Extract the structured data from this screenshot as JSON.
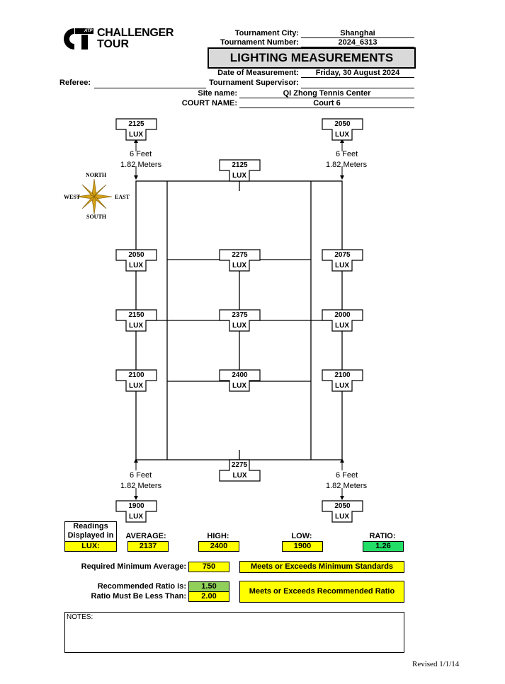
{
  "logo": {
    "line1": "CHALLENGER",
    "line2": "TOUR",
    "badge": "ATP"
  },
  "header": {
    "city_label": "Tournament City:",
    "city": "Shanghai",
    "number_label": "Tournament Number:",
    "number": "2024_6313",
    "title": "LIGHTING MEASUREMENTS",
    "date_label": "Date of Measurement:",
    "date": "Friday, 30 August 2024",
    "supervisor_label": "Tournament Supervisor:",
    "supervisor": "",
    "referee_label": "Referee:",
    "referee": "",
    "site_label": "Site name:",
    "site": "QI Zhong Tennis Center",
    "court_label": "COURT NAME:",
    "court": "Court 6"
  },
  "compass": {
    "north": "NORTH",
    "south": "SOUTH",
    "east": "EAST",
    "west": "WEST"
  },
  "distance": {
    "feet": "6 Feet",
    "meters": "1.82 Meters"
  },
  "unit": "LUX",
  "readings": {
    "top_left": "2125",
    "top_right": "2050",
    "top_center": "2125",
    "r1_left": "2050",
    "r1_center": "2275",
    "r1_right": "2075",
    "r2_left": "2150",
    "r2_center": "2375",
    "r2_right": "2000",
    "r3_left": "2100",
    "r3_center": "2400",
    "r3_right": "2100",
    "bottom_center": "2275",
    "bottom_left": "1900",
    "bottom_right": "2050"
  },
  "summary": {
    "readings_label_1": "Readings",
    "readings_label_2": "Displayed in",
    "unit_value": "LUX:",
    "average_label": "AVERAGE:",
    "average": "2137",
    "high_label": "HIGH:",
    "high": "2400",
    "low_label": "LOW:",
    "low": "1900",
    "ratio_label": "RATIO:",
    "ratio": "1.26",
    "req_min_label": "Required Minimum Average:",
    "req_min": "750",
    "min_status": "Meets or Exceeds Minimum Standards",
    "rec_ratio_label": "Recommended Ratio is:",
    "rec_ratio": "1.50",
    "max_ratio_label": "Ratio Must Be Less Than:",
    "max_ratio": "2.00",
    "ratio_status": "Meets or Exceeds Recommended Ratio"
  },
  "notes_label": "NOTES:",
  "revised": "Revised 1/1/14",
  "colors": {
    "yellow": "#ffff00",
    "green_bright": "#22dd66",
    "green_muted": "#8fcf5a",
    "gray": "#d9d9d9"
  }
}
